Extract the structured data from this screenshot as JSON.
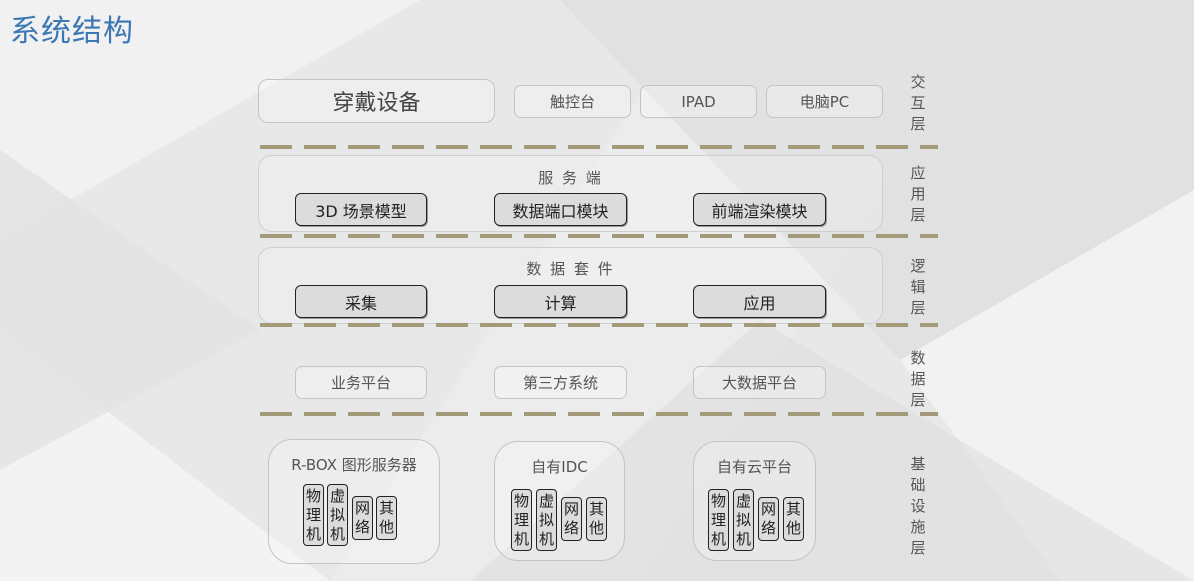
{
  "title": "系统结构",
  "layers": {
    "interaction": {
      "label": "交\n互\n层",
      "items": [
        "穿戴设备",
        "触控台",
        "IPAD",
        "电脑PC"
      ]
    },
    "application": {
      "label": "应\n用\n层",
      "section_title": "服 务 端",
      "modules": [
        "3D 场景模型",
        "数据端口模块",
        "前端渲染模块"
      ]
    },
    "logic": {
      "label": "逻\n辑\n层",
      "section_title": "数 据 套 件",
      "modules": [
        "采集",
        "计算",
        "应用"
      ]
    },
    "data": {
      "label": "数\n据\n层",
      "items": [
        "业务平台",
        "第三方系统",
        "大数据平台"
      ]
    },
    "infrastructure": {
      "label": "基\n础\n设\n施\n层",
      "groups": [
        {
          "title": "R-BOX 图形服务器",
          "chips": [
            "物\n理\n机",
            "虚\n拟\n机",
            "网\n络",
            "其\n他"
          ]
        },
        {
          "title": "自有IDC",
          "chips": [
            "物\n理\n机",
            "虚\n拟\n机",
            "网\n络",
            "其\n他"
          ]
        },
        {
          "title": "自有云平台",
          "chips": [
            "物\n理\n机",
            "虚\n拟\n机",
            "网\n络",
            "其\n他"
          ]
        }
      ]
    }
  },
  "colors": {
    "title": "#3c78b4",
    "divider": "#a29a78",
    "module_fill": "#dcdcdc"
  }
}
